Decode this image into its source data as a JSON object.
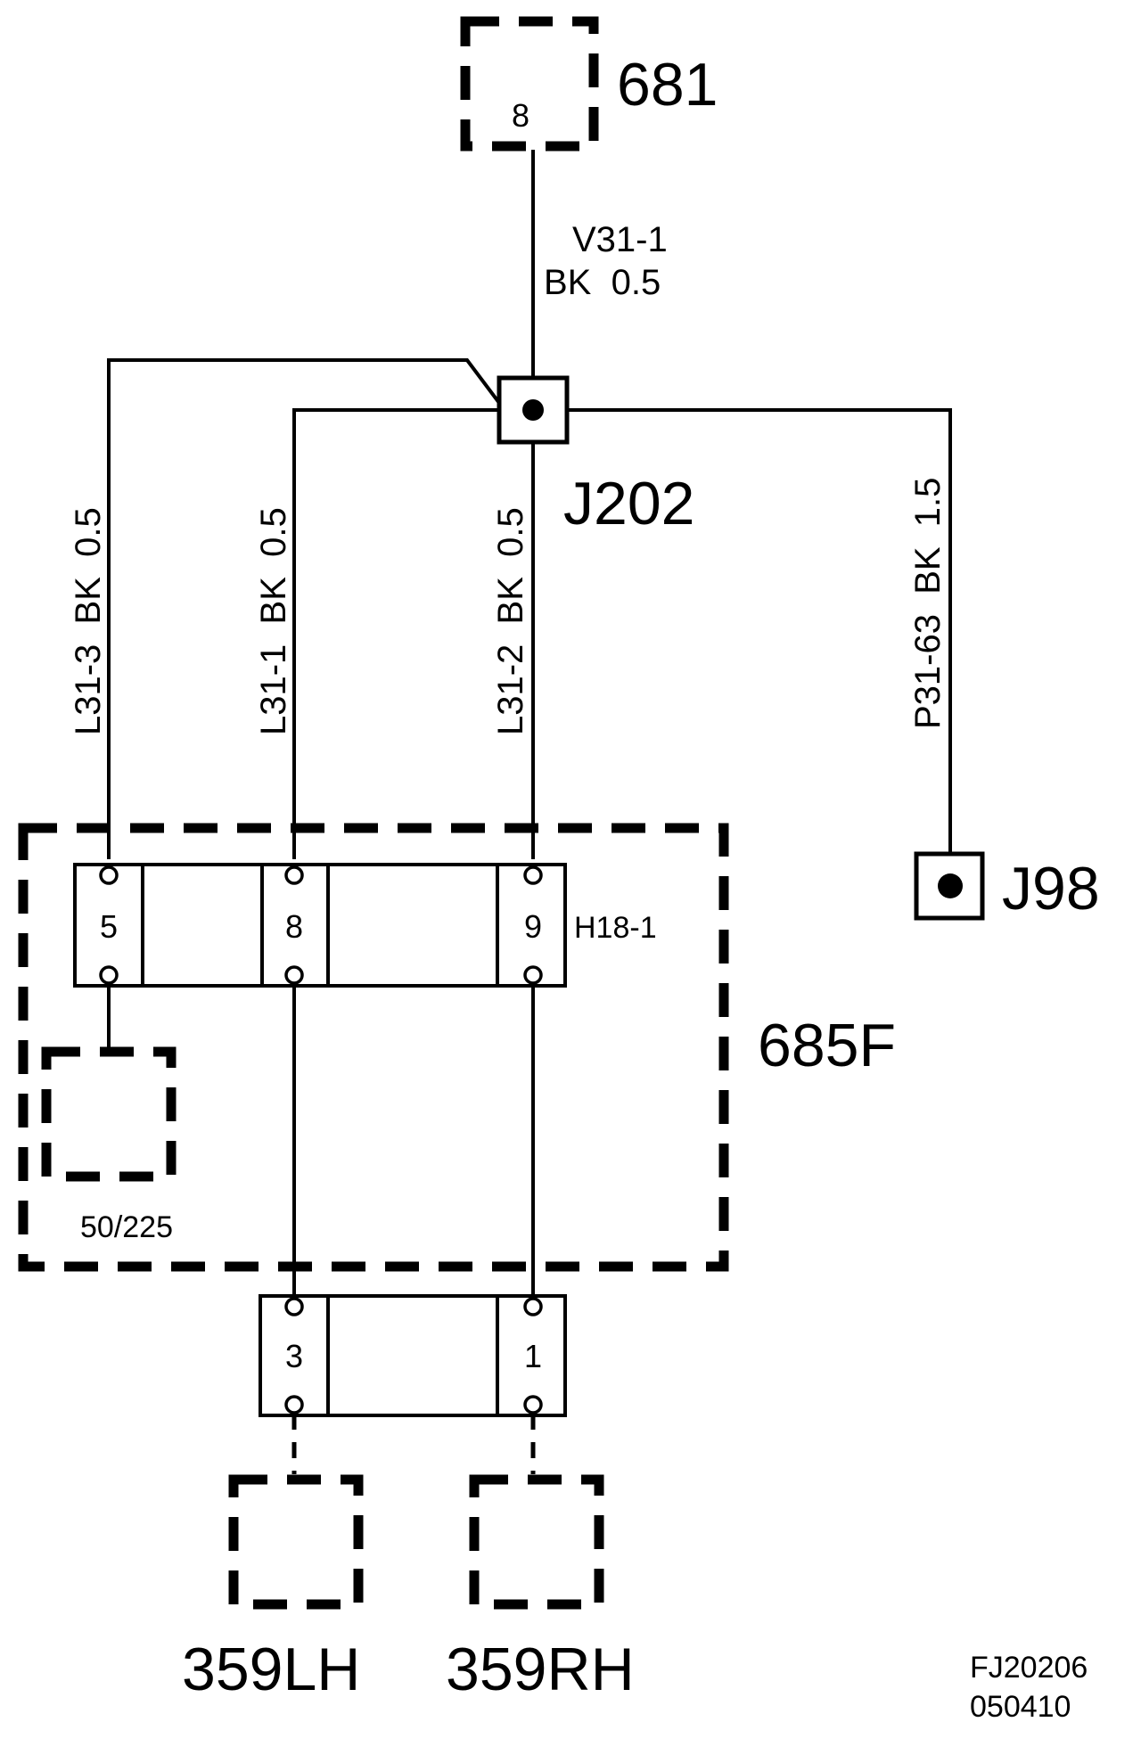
{
  "diagram": {
    "module_681": {
      "label": "681",
      "pin": "8"
    },
    "wire_top": {
      "id": "V31-1",
      "spec": "BK  0.5"
    },
    "junction_j202": {
      "label": "J202"
    },
    "wires": {
      "l31_3": "L31-3  BK  0.5",
      "l31_1": "L31-1  BK  0.5",
      "l31_2": "L31-2  BK  0.5",
      "p31_63": "P31-63  BK  1.5"
    },
    "junction_j98": {
      "label": "J98"
    },
    "connector_h18_1": {
      "label": "H18-1",
      "pins": [
        "5",
        "8",
        "9"
      ]
    },
    "module_685f": {
      "label": "685F"
    },
    "component_50_225": {
      "label": "50/225"
    },
    "connector_lower": {
      "pins": [
        "3",
        "1"
      ]
    },
    "lamp_lh": {
      "label": "359LH"
    },
    "lamp_rh": {
      "label": "359RH"
    },
    "reference": {
      "code": "FJ20206",
      "date": "050410"
    }
  }
}
